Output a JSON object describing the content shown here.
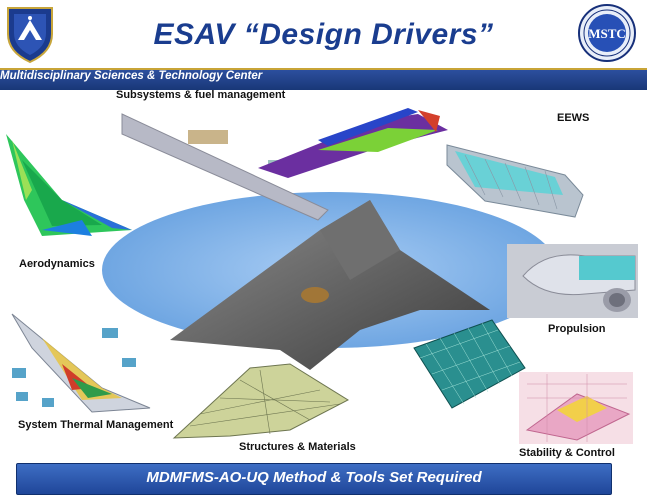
{
  "title": "ESAV “Design Drivers”",
  "header_band": "Multidisciplinary Sciences & Technology Center",
  "labels": {
    "subsystems": "Subsystems & fuel management",
    "eews": "EEWS",
    "aerodynamics": "Aerodynamics",
    "propulsion": "Propulsion",
    "thermal": "System Thermal Management",
    "structures": "Structures & Materials",
    "stability": "Stability & Control"
  },
  "footer": "MDMFMS-AO-UQ Method & Tools Set Required",
  "logo_right_text": "MSTC",
  "colors": {
    "title": "#1a3d8f",
    "band": "#2c4f9e",
    "ellipse": "#7fb2e8",
    "footer": "#2f5aae"
  }
}
